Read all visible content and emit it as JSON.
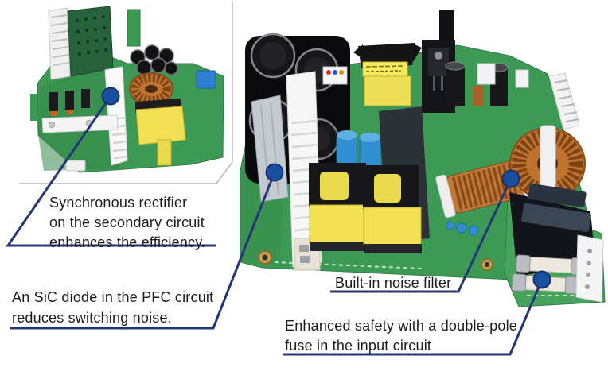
{
  "figure": {
    "colors": {
      "leader_line": "#243677",
      "marker_dot": "#1850a0",
      "pcb_green": "#3d9a54",
      "callout_text": "#1c1c1c",
      "photo_frame": "#b8b8b8",
      "background": "#ffffff"
    }
  },
  "callouts": {
    "synchronous_rectifier": {
      "lines": [
        "Synchronous rectifier",
        "on the secondary circuit",
        "enhances the efficiency."
      ]
    },
    "sic_diode": {
      "lines": [
        "An SiC diode in the PFC circuit",
        "reduces switching noise."
      ]
    },
    "noise_filter": {
      "lines": [
        "Built-in noise filter"
      ]
    },
    "double_pole_fuse": {
      "lines": [
        "Enhanced safety with a double-pole",
        "fuse in the input circuit"
      ]
    }
  }
}
